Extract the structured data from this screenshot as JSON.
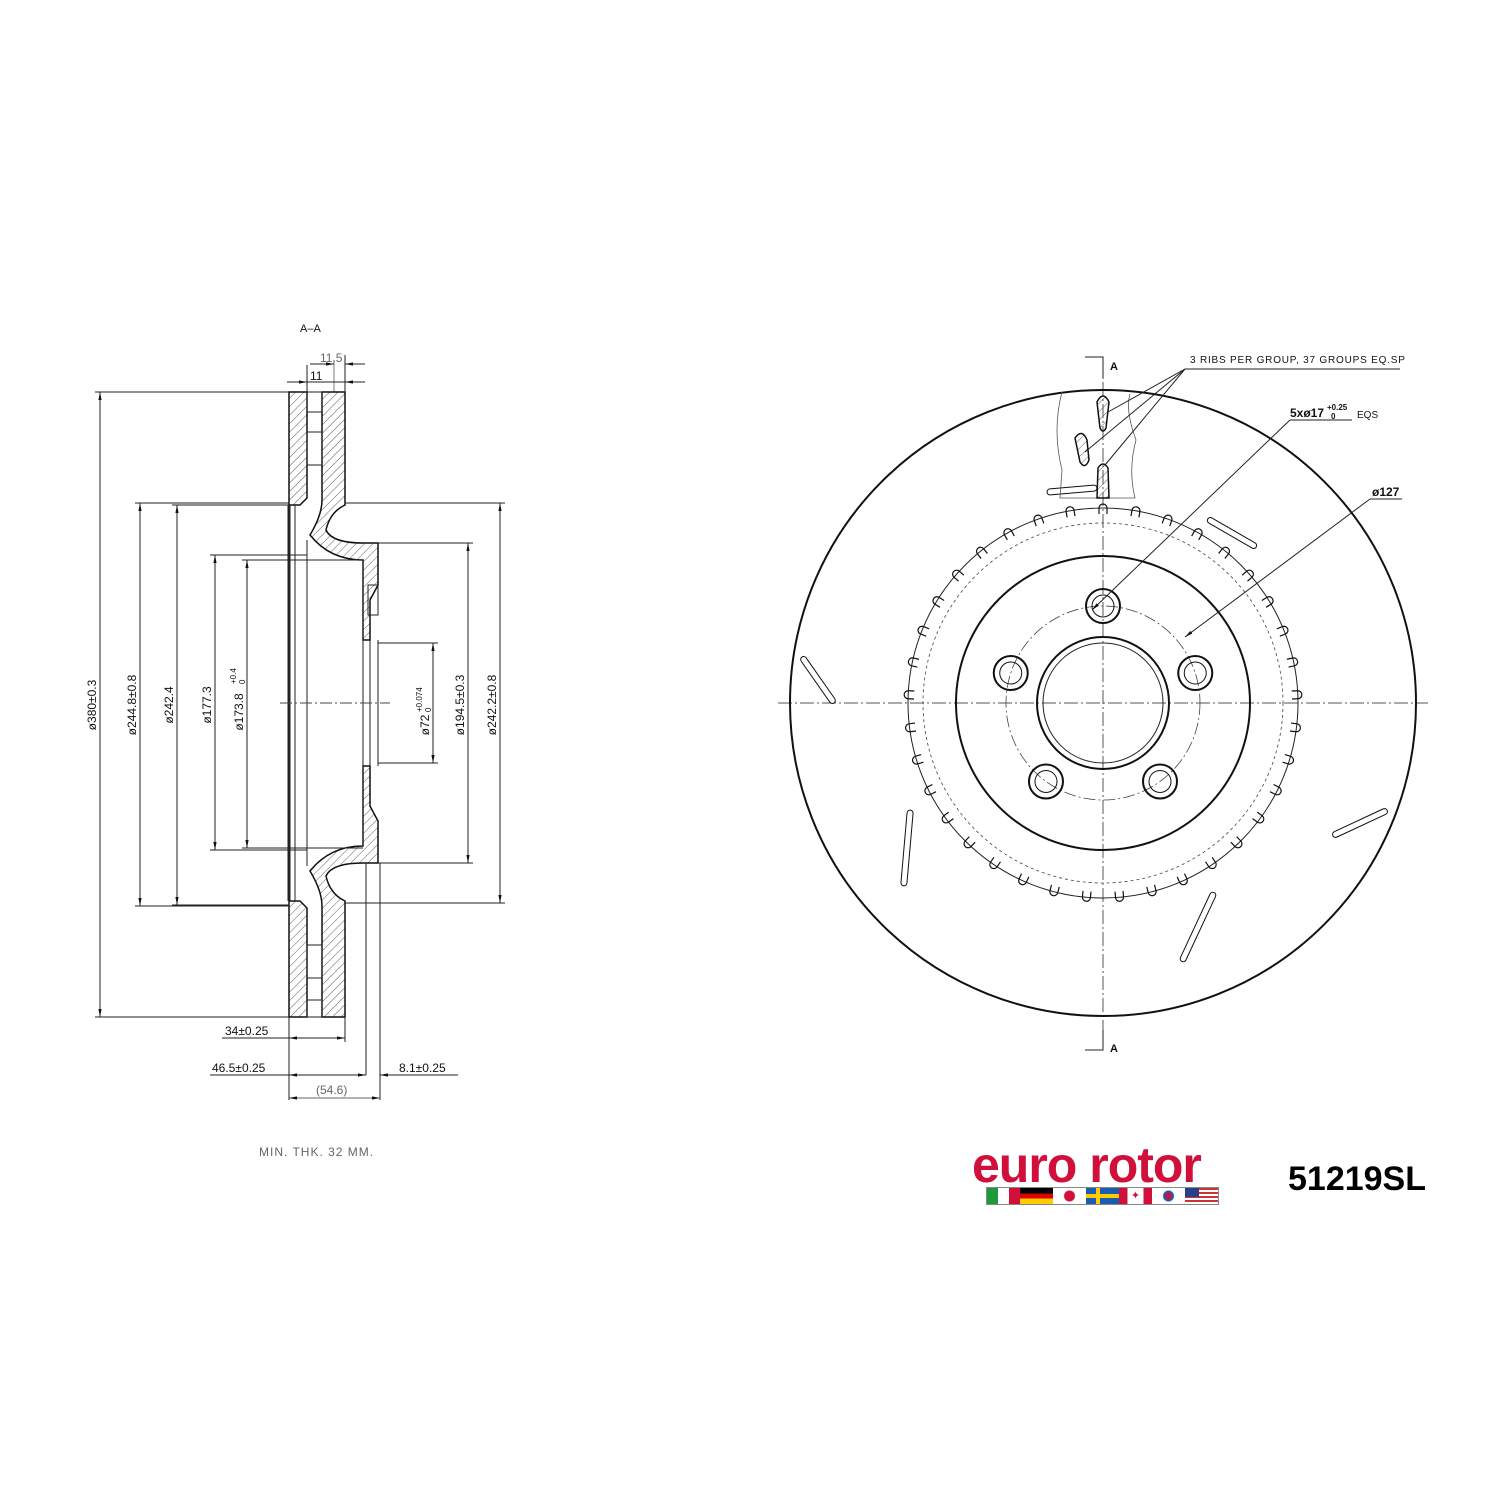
{
  "section": {
    "title": "A–A",
    "dim_top_outer": "11.5",
    "dim_top_inner": "11",
    "dims_vertical": [
      "ø380±0.3",
      "ø244.8±0.8",
      "ø242.4",
      "ø177.3",
      "ø173.8",
      "ø72",
      "ø194.5±0.3",
      "ø242.2±0.8"
    ],
    "tol_173": {
      "upper": "+0.4",
      "lower": "0"
    },
    "tol_72": {
      "upper": "+0.074",
      "lower": "0"
    },
    "dim_34": "34±0.25",
    "dim_46": "46.5±0.25",
    "dim_8": "8.1±0.25",
    "dim_54": "(54.6)"
  },
  "front": {
    "section_mark": "A",
    "ribs_note": "3 RIBS PER GROUP, 37 GROUPS EQ.SP",
    "bolt_note": "5xø17",
    "bolt_tol": {
      "upper": "+0.25",
      "lower": "0"
    },
    "bolt_eqs": "EQS",
    "pcd": "ø127",
    "vent_groups": 37,
    "bolt_count": 5
  },
  "notes": {
    "min_thk": "MIN. THK. 32 MM."
  },
  "brand": {
    "logo_text": "euro rotor",
    "part_number": "51219SL",
    "accent": "#d0103a",
    "flags": [
      "italy",
      "germany",
      "japan",
      "sweden",
      "canada",
      "korea",
      "usa"
    ]
  }
}
